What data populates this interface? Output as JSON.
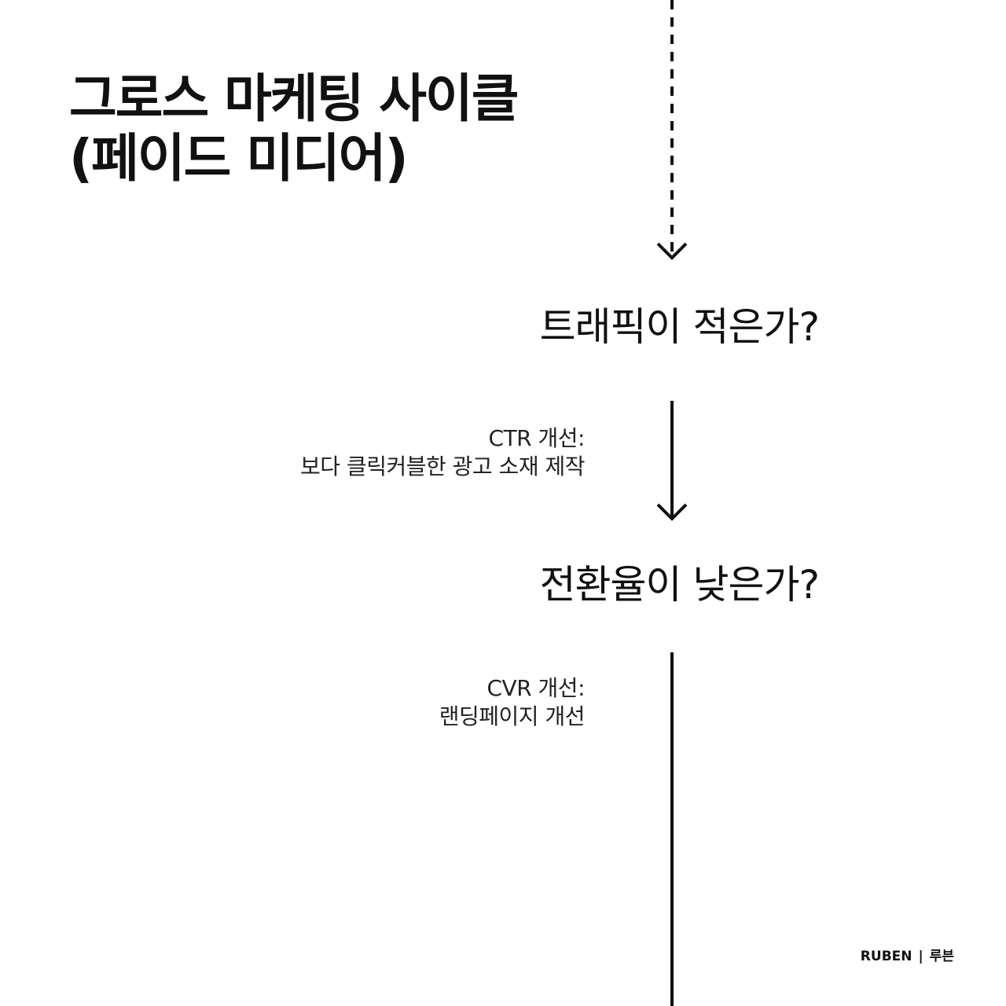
{
  "title": {
    "line1": "그로스 마케팅 사이클",
    "line2": "(페이드 미디어)"
  },
  "questions": {
    "q1": "트래픽이 적은가?",
    "q2": "전환율이 낮은가?"
  },
  "notes": {
    "ctr": {
      "heading": "CTR 개선:",
      "detail": "보다 클릭커블한 광고 소재 제작"
    },
    "cvr": {
      "heading": "CVR 개선:",
      "detail": "랜딩페이지 개선"
    }
  },
  "brand": {
    "name": "RUBEN",
    "separator": "|",
    "name_ko": "루븐"
  }
}
